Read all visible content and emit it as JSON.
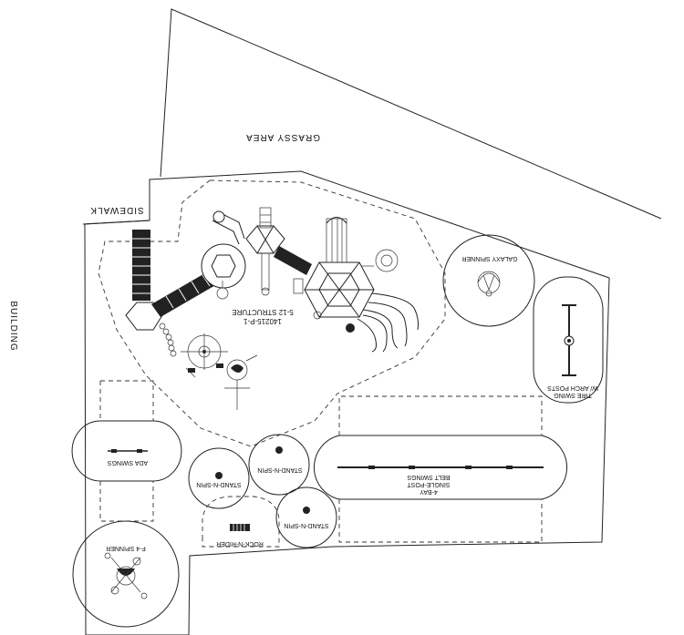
{
  "plan": {
    "labels": {
      "grassy_area": "GRASSY AREA",
      "sidewalk": "SIDEWALK",
      "building": "BUILDING",
      "structure_title": "5-12 STRUCTURE",
      "structure_code": "140215-P-1",
      "galaxy_spinner": "GALAXY SPINNER",
      "tire_swing_line1": "TIRE SWING",
      "tire_swing_line2": "W/ ARCH POSTS",
      "ada_swings": "ADA SWINGS",
      "stand_n_spin_1": "STAND-N-SPIN",
      "stand_n_spin_2": "STAND-N-SPIN",
      "stand_n_spin_3": "STAND-N-SPIN",
      "belt_swings_line1": "4-BAY",
      "belt_swings_line2": "SINGLE-POST",
      "belt_swings_line3": "BELT SWINGS",
      "rock_n_rider": "ROCK-N-RIDER",
      "f4_spinner": "F-4 SPINNER"
    },
    "colors": {
      "line": "#222222",
      "background": "#ffffff"
    }
  }
}
